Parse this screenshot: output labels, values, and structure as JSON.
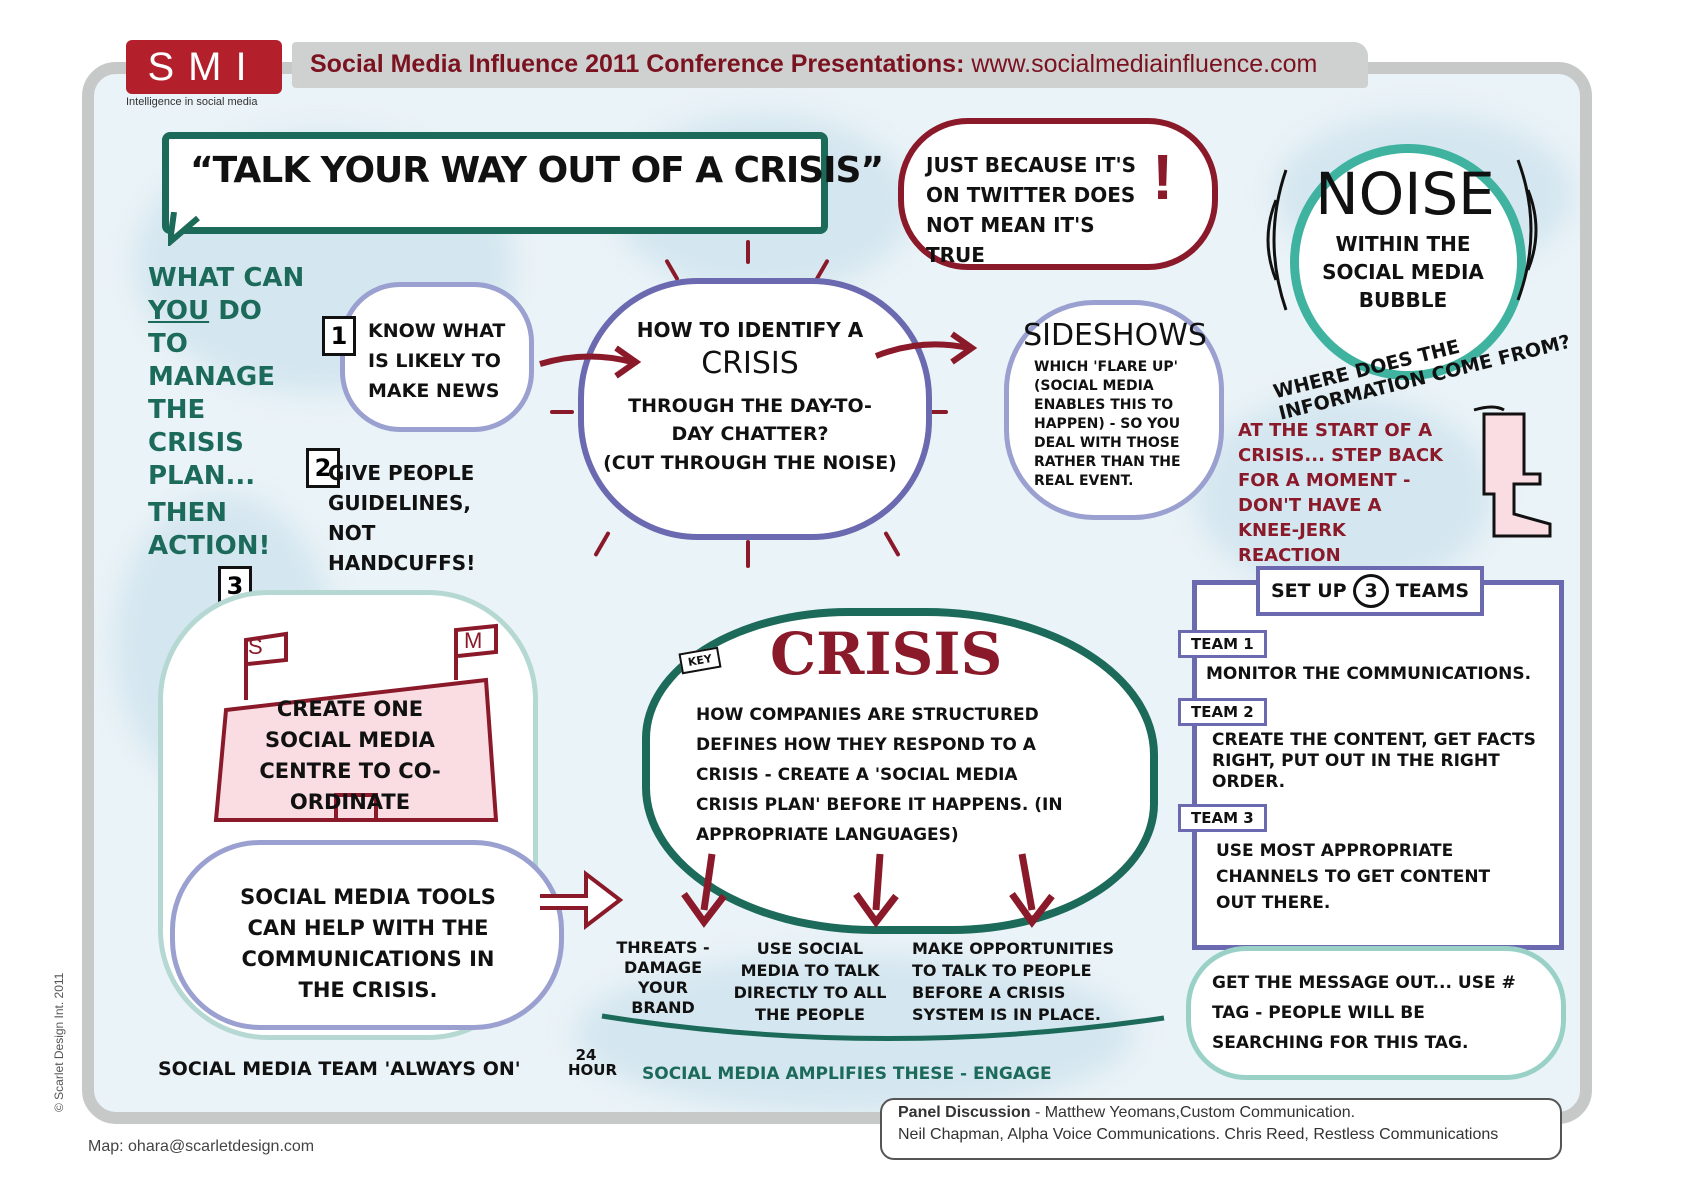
{
  "header": {
    "logo": "SMI",
    "logo_tagline": "Intelligence in social media",
    "title_bold": "Social Media Influence 2011 Conference Presentations:",
    "title_url": "www.socialmediainfluence.com"
  },
  "main_title": "“Talk your way out of a crisis”",
  "twitter_note": "Just because it's on Twitter does not mean it's true",
  "twitter_mark": "!",
  "noise": {
    "title": "Noise",
    "subtitle": "within the social media bubble",
    "question": "Where does the information come from?"
  },
  "left_question": {
    "line1": "What can",
    "line2": "you",
    "line3": "do to manage the crisis plan...",
    "line4": "then action!"
  },
  "step1": {
    "num": "1",
    "text": "Know what is likely to make news"
  },
  "step2": {
    "num": "2",
    "text": "Give people guidelines, not handcuffs!"
  },
  "step3": {
    "num": "3"
  },
  "identify": {
    "line1": "How to identify a",
    "line2": "crisis",
    "line3": "through the day-to-day chatter?",
    "line4": "(cut through the noise)"
  },
  "sideshows": {
    "title": "Sideshows",
    "text": "which 'flare up' (social media enables this to happen) - so you deal with those rather than the real event."
  },
  "knee_jerk": "At the start of a crisis... step back for a moment - don't have a knee-jerk reaction",
  "centre": {
    "flag_s": "S",
    "flag_m": "M",
    "text": "Create one social media centre to co-ordinate"
  },
  "tools": "Social media tools can help with the communications in the crisis.",
  "always_on": "Social media team 'always on'",
  "always_on_hours": "24 hour",
  "crisis": {
    "key_label": "Key",
    "title": "Crisis",
    "text": "How companies are structured defines how they respond to a crisis - create a 'social media crisis plan' before it happens. (in appropriate languages)"
  },
  "outcomes": {
    "threats": "Threats - damage your brand",
    "use": "Use social media to talk directly to all the people",
    "opportunities": "Make opportunities to talk to people before a crisis system is in place.",
    "amplifies": "Social media amplifies these - engage"
  },
  "teams": {
    "heading_pre": "Set up",
    "heading_num": "3",
    "heading_post": "Teams",
    "team1_label": "Team 1",
    "team1_text": "Monitor the communications.",
    "team2_label": "Team 2",
    "team2_text": "Create the content, get facts right, put out in the right order.",
    "team3_label": "Team 3",
    "team3_text": "Use most appropriate channels to get content out there."
  },
  "get_message": "Get the message out... use # tag - people will be searching for this tag.",
  "credit": "© Scarlet Design Int. 2011",
  "map_credit": "Map: ohara@scarletdesign.com",
  "panel": {
    "label": "Panel Discussion",
    "line1": " - Matthew Yeomans,Custom Communication.",
    "line2": "Neil Chapman, Alpha Voice Communications. Chris Reed, Restless Communications"
  },
  "colors": {
    "brand_red": "#b3202b",
    "dark_green": "#1c6a59",
    "teal": "#3fb3a0",
    "crimson": "#8a1a2a",
    "purple": "#6b69b0"
  }
}
